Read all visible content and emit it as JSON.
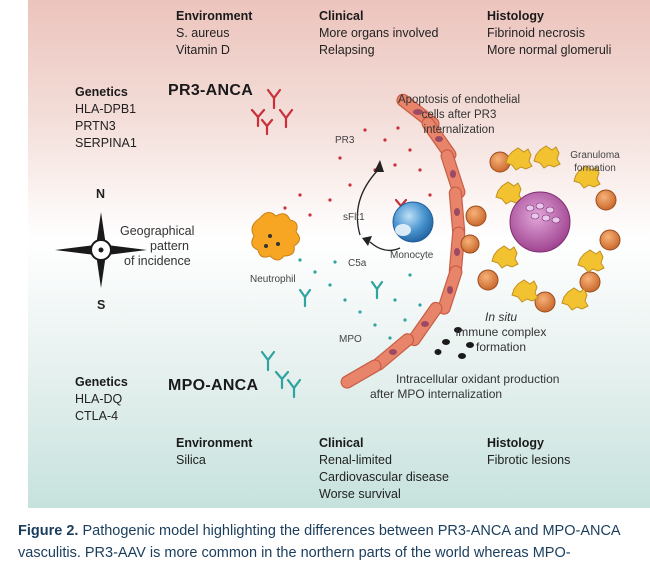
{
  "pr3": {
    "title": "PR3-ANCA",
    "environment": {
      "heading": "Environment",
      "items": [
        "S. aureus",
        "Vitamin D"
      ]
    },
    "clinical": {
      "heading": "Clinical",
      "items": [
        "More organs involved",
        "Relapsing"
      ]
    },
    "histology": {
      "heading": "Histology",
      "items": [
        "Fibrinoid necrosis",
        "More normal glomeruli"
      ]
    },
    "genetics": {
      "heading": "Genetics",
      "items": [
        "HLA-DPB1",
        "PRTN3",
        "SERPINA1"
      ]
    }
  },
  "mpo": {
    "title": "MPO-ANCA",
    "environment": {
      "heading": "Environment",
      "items": [
        "Silica"
      ]
    },
    "clinical": {
      "heading": "Clinical",
      "items": [
        "Renal-limited",
        "Cardiovascular disease",
        "Worse survival"
      ]
    },
    "histology": {
      "heading": "Histology",
      "items": [
        "Fibrotic lesions"
      ]
    },
    "genetics": {
      "heading": "Genetics",
      "items": [
        "HLA-DQ",
        "CTLA-4"
      ]
    }
  },
  "compass": {
    "north": "N",
    "south": "S",
    "label": [
      "Geographical",
      "pattern",
      "of incidence"
    ]
  },
  "diagram_labels": {
    "apoptosis": [
      "Apoptosis of endothelial",
      "cells after PR3",
      "internalization"
    ],
    "granuloma": [
      "Granuloma",
      "formation"
    ],
    "pr3": "PR3",
    "sflt1": "sFlt1",
    "c5a": "C5a",
    "monocyte": "Monocyte",
    "neutrophil": "Neutrophil",
    "mpo": "MPO",
    "immune_complex": [
      "In situ",
      "immune complex",
      "formation"
    ],
    "oxidant": [
      "Intracellular oxidant production",
      "after MPO internalization"
    ]
  },
  "caption": {
    "label": "Figure 2.",
    "text": " Pathogenic model highlighting the differences between PR3-ANCA and MPO-ANCA vasculitis. PR3-AAV is more common in the northern parts of the world whereas MPO-"
  },
  "colors": {
    "pr3_antibody": "#c9303a",
    "mpo_antibody": "#2fa3a0",
    "endothelium": "#e07a5f",
    "neutrophil": "#f6a623",
    "monocyte": "#3b82c4",
    "granuloma_core": "#b04a9a"
  }
}
